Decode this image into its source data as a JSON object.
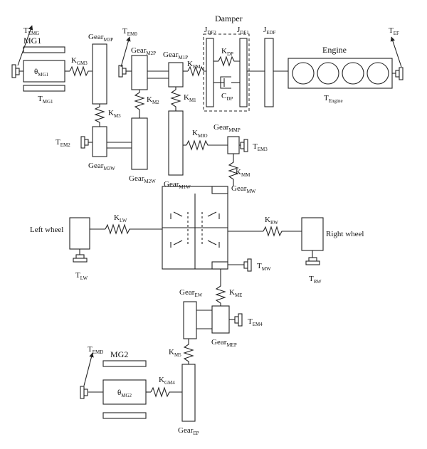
{
  "diagram": {
    "title_mg1": "MG1",
    "title_mg2": "MG2",
    "title_engine": "Engine",
    "title_damper": "Damper",
    "left_wheel": "Left wheel",
    "right_wheel": "Right wheel",
    "symbols": {
      "T_EMG": {
        "main": "T",
        "sub": "EMG"
      },
      "theta_MG1": {
        "main": "θ",
        "sub": "MG1"
      },
      "T_MG1": {
        "main": "T",
        "sub": "MG1"
      },
      "K_GM3": {
        "main": "K",
        "sub": "GM3"
      },
      "Gear_M3P": {
        "main": "Gear",
        "sub": "M3P"
      },
      "T_EM0": {
        "main": "T",
        "sub": "EM0"
      },
      "Gear_M2P": {
        "main": "Gear",
        "sub": "M2P"
      },
      "Gear_M1P": {
        "main": "Gear",
        "sub": "M1P"
      },
      "K_EM": {
        "main": "K",
        "sub": "EM"
      },
      "J_DF2": {
        "main": "J",
        "sub": "DF2"
      },
      "J_DF1": {
        "main": "J",
        "sub": "DF1"
      },
      "J_EDF": {
        "main": "J",
        "sub": "EDF"
      },
      "K_DP": {
        "main": "K",
        "sub": "DP"
      },
      "C_DP": {
        "main": "C",
        "sub": "DP"
      },
      "T_EF": {
        "main": "T",
        "sub": "EF"
      },
      "T_Engine": {
        "main": "T",
        "sub": "Engine"
      },
      "K_M3": {
        "main": "K",
        "sub": "M3"
      },
      "K_M2": {
        "main": "K",
        "sub": "M2"
      },
      "K_M1": {
        "main": "K",
        "sub": "M1"
      },
      "T_EM2": {
        "main": "T",
        "sub": "EM2"
      },
      "Gear_M3W": {
        "main": "Gear",
        "sub": "M3W"
      },
      "Gear_M2W": {
        "main": "Gear",
        "sub": "M2W"
      },
      "Gear_M1W": {
        "main": "Gear",
        "sub": "M1W"
      },
      "K_MIO": {
        "main": "K",
        "sub": "MIO"
      },
      "Gear_MMP": {
        "main": "Gear",
        "sub": "MMP"
      },
      "T_EM3": {
        "main": "T",
        "sub": "EM3"
      },
      "K_MM": {
        "main": "K",
        "sub": "MM"
      },
      "Gear_MW": {
        "main": "Gear",
        "sub": "MW"
      },
      "K_LW": {
        "main": "K",
        "sub": "LW"
      },
      "K_RW": {
        "main": "K",
        "sub": "RW"
      },
      "T_LW": {
        "main": "T",
        "sub": "LW"
      },
      "T_RW": {
        "main": "T",
        "sub": "RW"
      },
      "T_MW": {
        "main": "T",
        "sub": "MW"
      },
      "Gear_EW": {
        "main": "Gear",
        "sub": "EW"
      },
      "K_ME": {
        "main": "K",
        "sub": "ME"
      },
      "T_EM4": {
        "main": "T",
        "sub": "EM4"
      },
      "Gear_MEP": {
        "main": "Gear",
        "sub": "MEP"
      },
      "T_EMD": {
        "main": "T",
        "sub": "EMD"
      },
      "K_M5": {
        "main": "K",
        "sub": "M5"
      },
      "theta_MG2": {
        "main": "θ",
        "sub": "MG2"
      },
      "K_GM4": {
        "main": "K",
        "sub": "GM4"
      },
      "Gear_EP": {
        "main": "Gear",
        "sub": "EP"
      }
    }
  }
}
